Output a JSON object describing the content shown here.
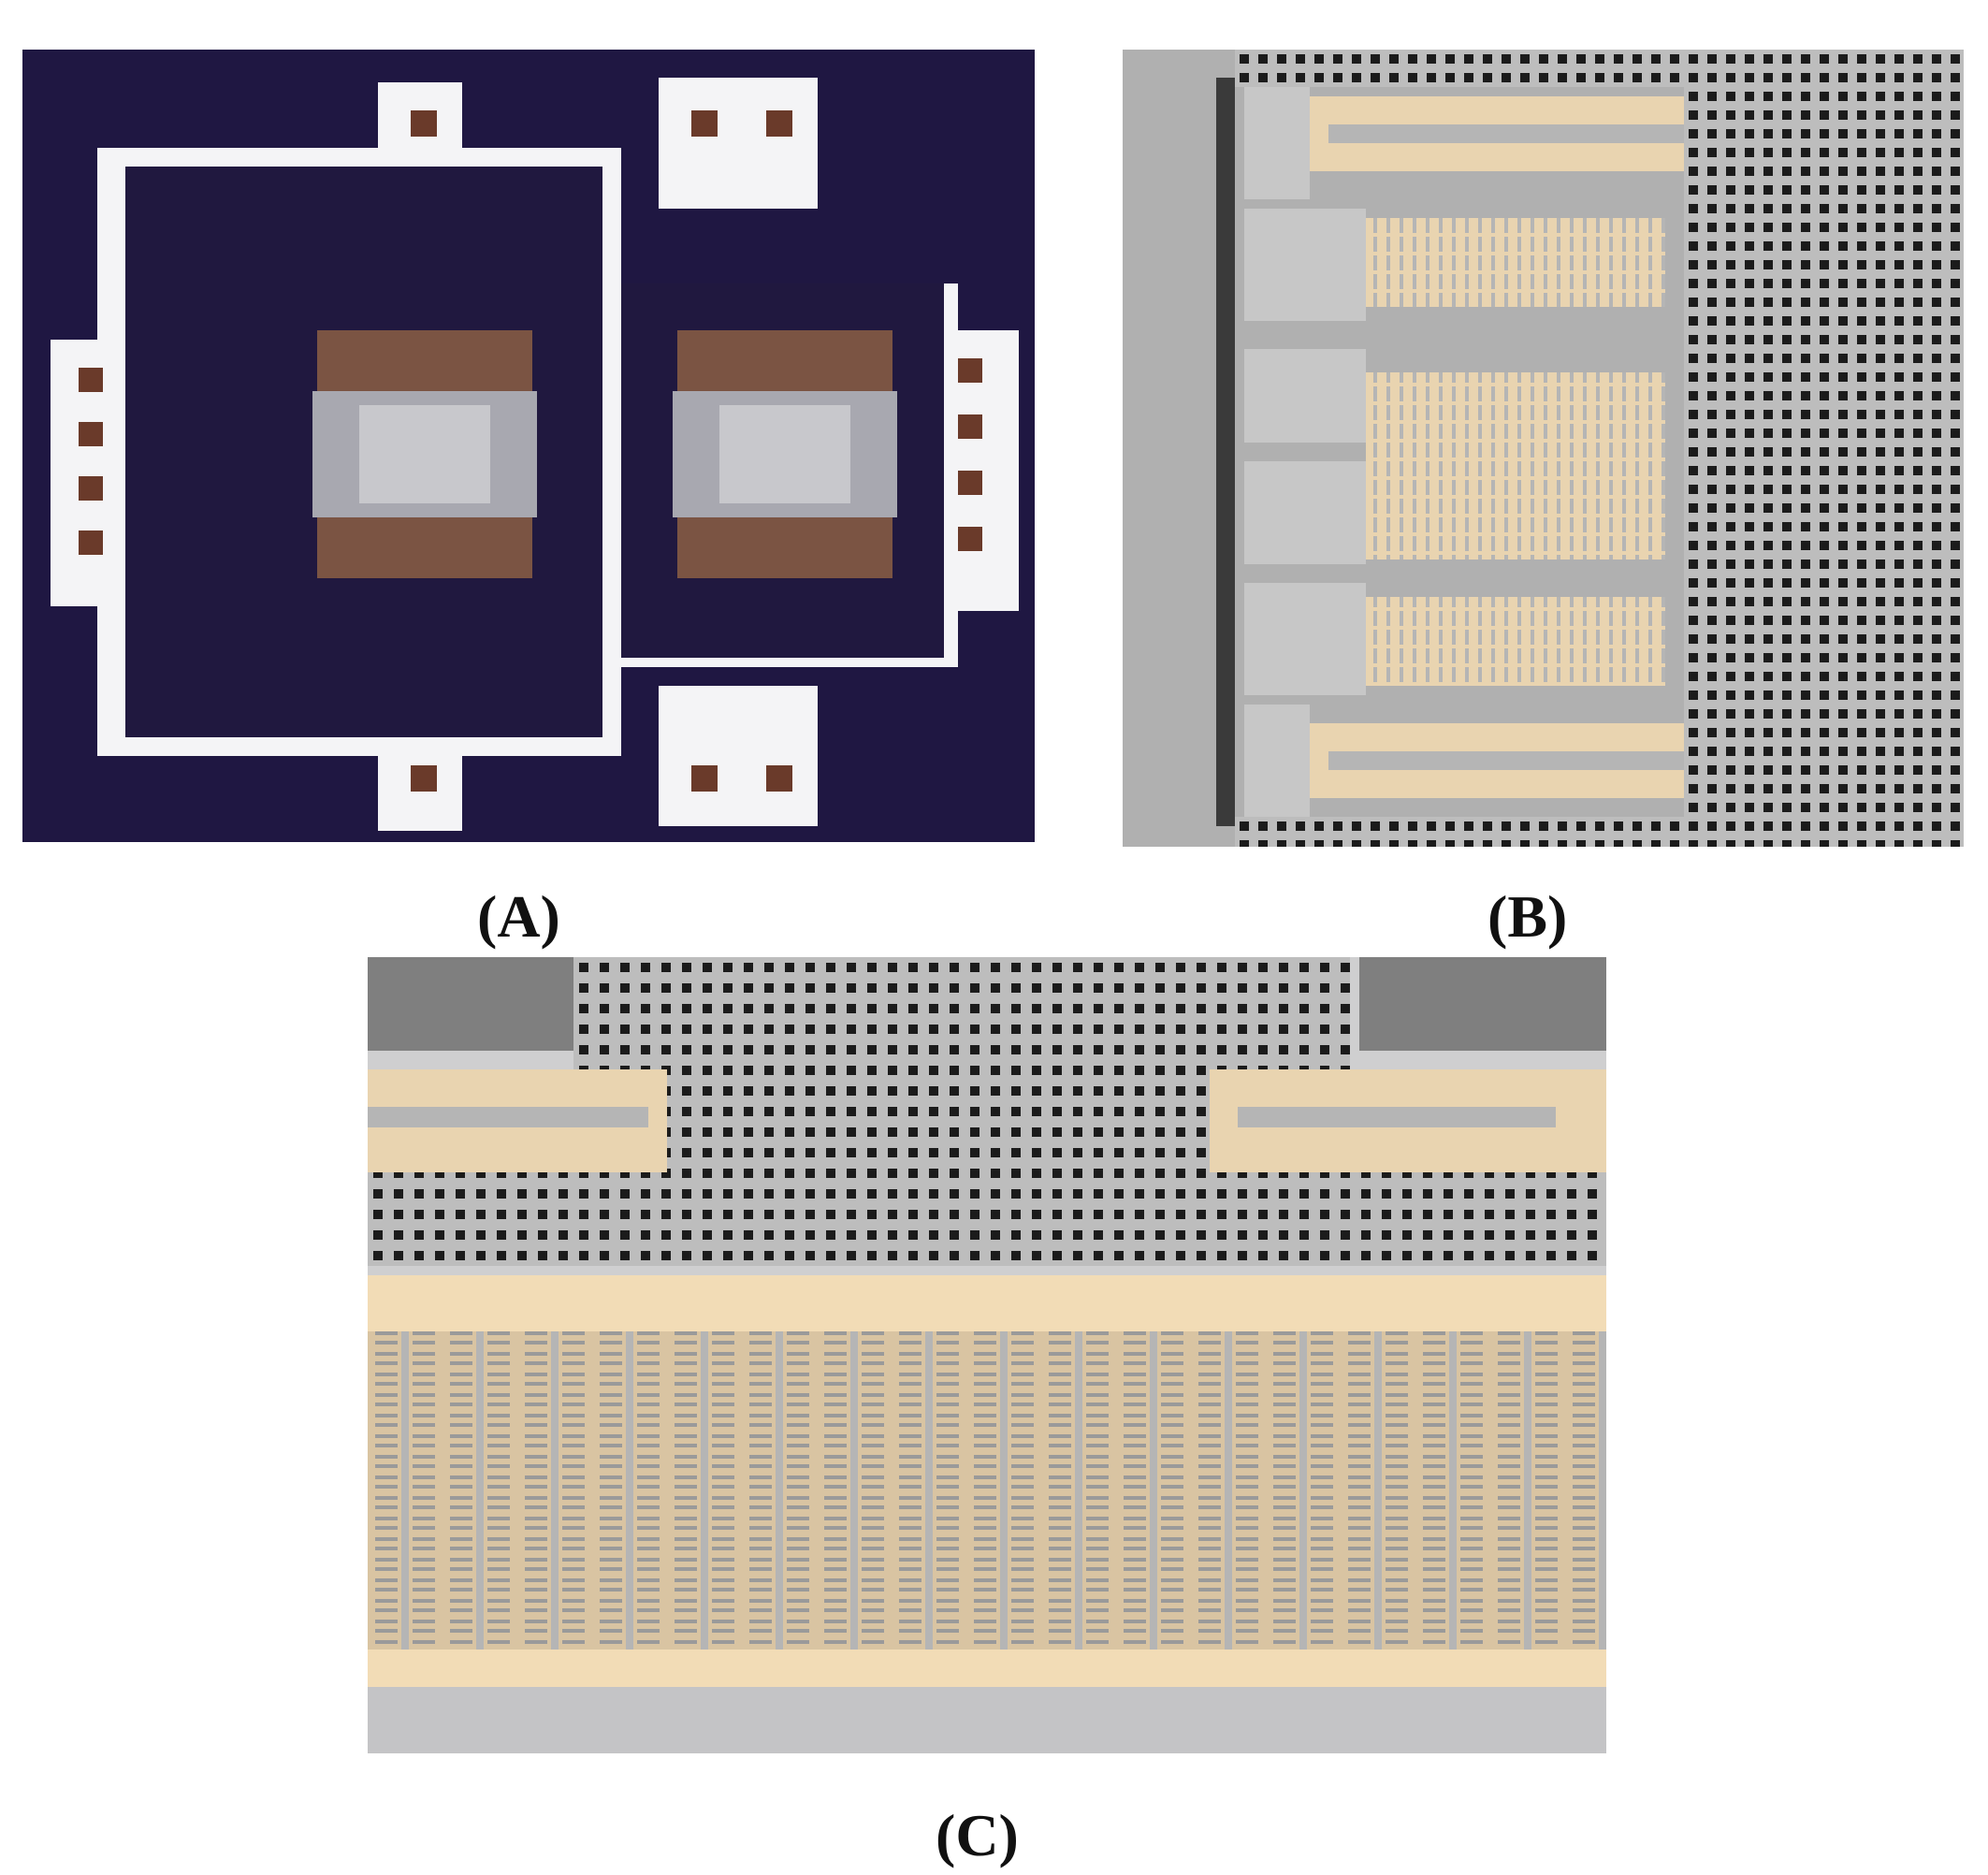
{
  "figure": {
    "panels": [
      {
        "id": "A",
        "label": "(A)",
        "subject": "chip-overview"
      },
      {
        "id": "B",
        "label": "(B)",
        "subject": "electrode-detail"
      },
      {
        "id": "C",
        "label": "(C)",
        "subject": "spring-array-detail"
      }
    ]
  },
  "colors": {
    "substrate": "#1f1742",
    "metal": "#f4f4f6",
    "pad": "#6a3a2a",
    "silicon": "#b9b9b9",
    "gap": "#e9d4b0",
    "hole": "#1b1b1b"
  }
}
